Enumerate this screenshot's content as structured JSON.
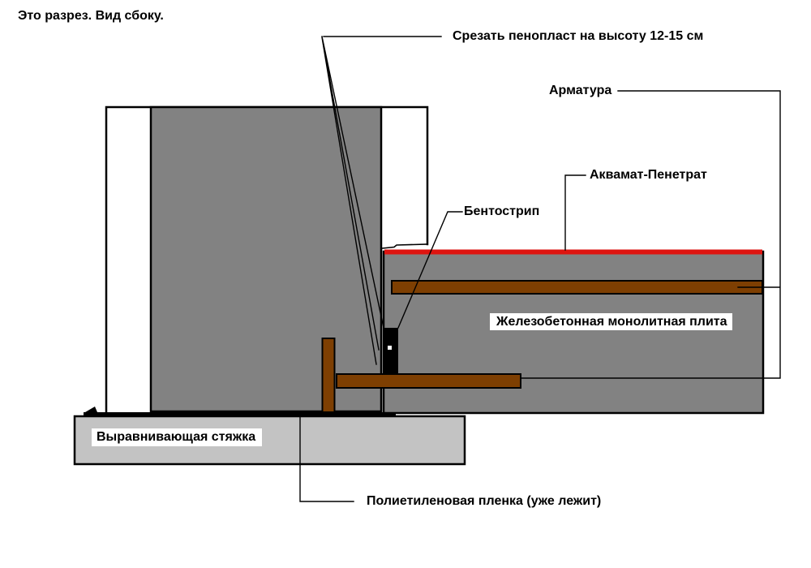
{
  "title": "Это разрез. Вид сбоку.",
  "labels": {
    "cut_foam": "Срезать пенопласт на высоту 12-15 см",
    "rebar": "Арматура",
    "waterproofing": "Аквамат-Пенетрат",
    "bentostrip": "Бентострип",
    "slab": "Железобетонная монолитная плита",
    "screed": "Выравнивающая стяжка",
    "film": "Полиетиленовая пленка (уже лежит)"
  },
  "colors": {
    "background": "#ffffff",
    "concrete_gray": "#828282",
    "screed_gray": "#c3c3c3",
    "rebar_brown": "#7e3f02",
    "membrane_red": "#de1410",
    "line_black": "#000000",
    "bentostrip_black": "#000000",
    "dot_white": "#ffffff",
    "label_box_bg": "#ffffff"
  }
}
